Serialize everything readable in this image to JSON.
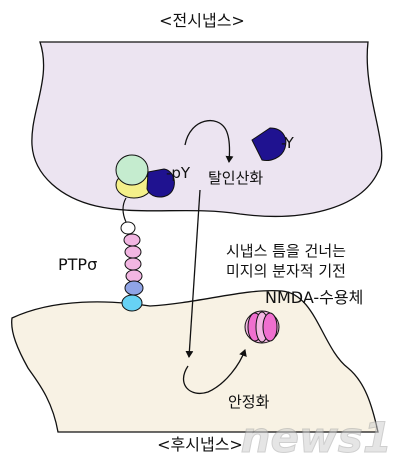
{
  "labels": {
    "presynapse": "<전시냅스>",
    "postsynapse": "<후시냅스>",
    "pY": "-pY",
    "Y": "-Y",
    "dephosphorylation": "탈인산화",
    "ptp": "PTPσ",
    "mechanism_line1": "시냅스 틈을 건너는",
    "mechanism_line2": "미지의 분자적 기전",
    "nmda": "NMDA-수용체",
    "stabilization": "안정화",
    "watermark": "news1"
  },
  "colors": {
    "presynapse_fill": "#ece4f1",
    "postsynapse_fill": "#f8f2e4",
    "dark_blue": "#1f1290",
    "mint": "#c5eccf",
    "yellow": "#f4f08a",
    "pink": "#f2b6e2",
    "periwinkle": "#8fa4e6",
    "cyan": "#67d2f4",
    "magenta": "#ef6fcf"
  }
}
